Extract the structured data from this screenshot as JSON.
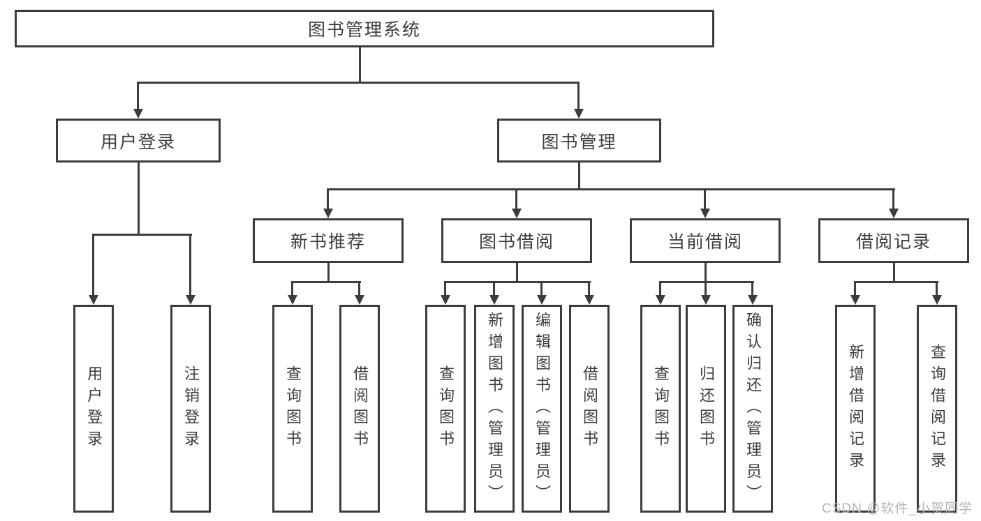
{
  "diagram_title": "图书管理系统",
  "nodes": {
    "root": "图书管理系统",
    "user_login": "用户登录",
    "book_mgmt": "图书管理",
    "new_book_rec": "新书推荐",
    "book_borrow": "图书借阅",
    "current_borrow": "当前借阅",
    "borrow_records": "借阅记录",
    "ul_user_login": "用户登录",
    "ul_logout": "注销登录",
    "nbr_query_book": "查询图书",
    "nbr_borrow_book": "借阅图书",
    "bb_query_book": "查询图书",
    "bb_add_book": "新增图书（管理员）",
    "bb_edit_book": "编辑图书（管理员）",
    "bb_borrow_book": "借阅图书",
    "cb_query_book": "查询图书",
    "cb_return_book": "归还图书",
    "cb_confirm_return": "确认归还（管理员）",
    "br_add_record": "新增借阅记录",
    "br_query_record": "查询借阅记录"
  },
  "hierarchy": {
    "图书管理系统": {
      "用户登录": [
        "用户登录",
        "注销登录"
      ],
      "图书管理": {
        "新书推荐": [
          "查询图书",
          "借阅图书"
        ],
        "图书借阅": [
          "查询图书",
          "新增图书（管理员）",
          "编辑图书（管理员）",
          "借阅图书"
        ],
        "当前借阅": [
          "查询图书",
          "归还图书",
          "确认归还（管理员）"
        ],
        "借阅记录": [
          "新增借阅记录",
          "查询借阅记录"
        ]
      }
    }
  },
  "watermark": "CSDN @软件_小贺同学",
  "colors": {
    "line": "#3c3c3c",
    "text": "#3d3d3d",
    "watermark": "#b5b5b5",
    "background": "#ffffff"
  }
}
